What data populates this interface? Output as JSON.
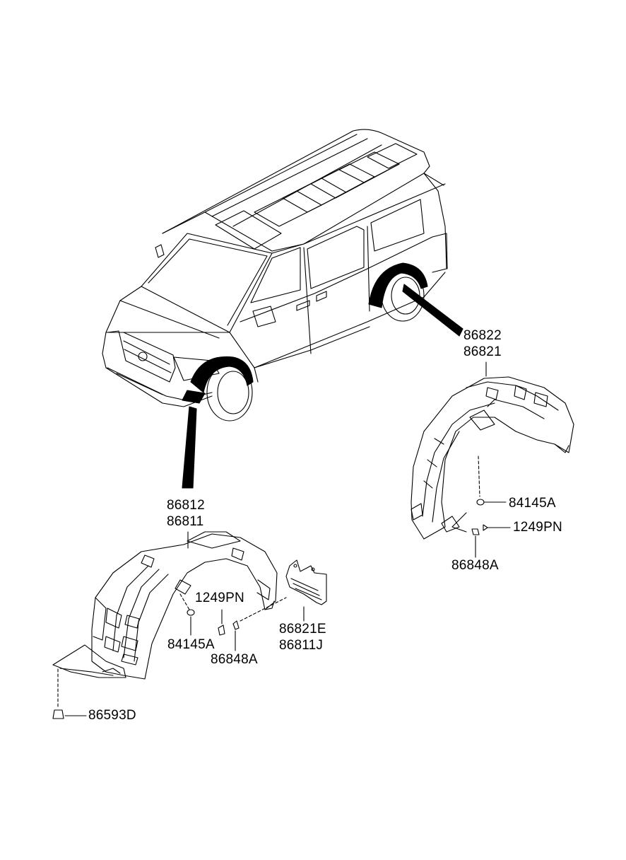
{
  "diagram": {
    "callouts": {
      "rear_upper": "86822",
      "rear_lower": "86821",
      "rear_nut": "84145A",
      "rear_screw": "1249PN",
      "rear_clip": "86848A",
      "front_upper": "86812",
      "front_lower": "86811",
      "front_screw": "1249PN",
      "front_nut": "84145A",
      "front_clip": "86848A",
      "mudguard_upper": "86821E",
      "mudguard_lower": "86811J",
      "cover_bolt": "86593D"
    }
  }
}
